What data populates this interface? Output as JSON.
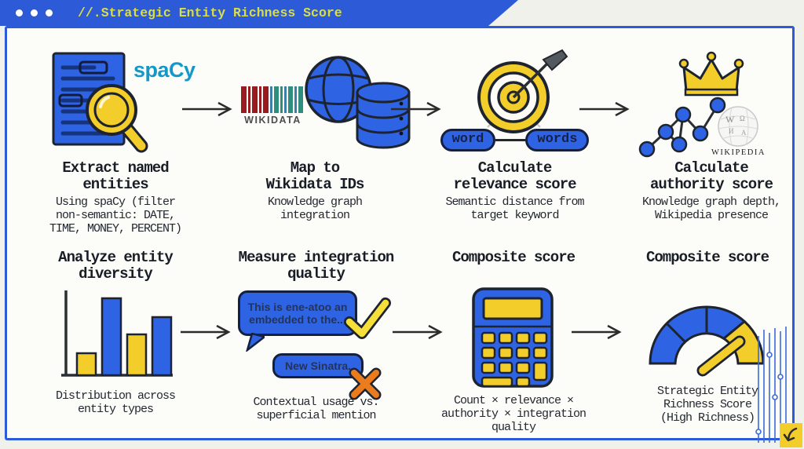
{
  "window": {
    "title": "//.Strategic Entity Richness Score",
    "controls": [
      "dot",
      "dot",
      "dot"
    ]
  },
  "colors": {
    "tab_blue": "#2d5ad6",
    "icon_blue": "#2e63e4",
    "icon_yellow": "#f3cd2a",
    "spacy_teal": "#1398c7",
    "cross_orange": "#ea7c1d",
    "title_text": "#d9de43",
    "ink": "#1d2430"
  },
  "flow": {
    "steps": [
      {
        "name": "extract-named-entities",
        "title": "Extract named\nentities",
        "subtitle": "Using spaCy (filter\nnon-semantic: DATE,\nTIME, MONEY, PERCENT)",
        "logo": "spaCy"
      },
      {
        "name": "map-to-wikidata-ids",
        "title": "Map to\nWikidata IDs",
        "subtitle": "Knowledge graph\nintegration",
        "wikidata_label": "WIKIDATA"
      },
      {
        "name": "calculate-relevance-score",
        "title": "Calculate\nrelevance score",
        "subtitle": "Semantic distance from\ntarget keyword",
        "pills": [
          "word",
          "words"
        ]
      },
      {
        "name": "calculate-authority-score",
        "title": "Calculate\nauthority score",
        "subtitle": "Knowledge graph depth,\nWikipedia presence",
        "wikipedia_label": "WIKIPEDIA"
      },
      {
        "name": "analyze-entity-diversity",
        "title": "Analyze entity\ndiversity",
        "subtitle": "Distribution across\nentity types"
      },
      {
        "name": "measure-integration-quality",
        "title": "Measure integration\nquality",
        "subtitle": "Contextual usage vs.\nsuperficial mention",
        "bubbles": [
          "This is ene-atoo an\nembedded to the...",
          "New Sinatra."
        ]
      },
      {
        "name": "composite-score",
        "title": "Composite score",
        "subtitle": "Count × relevance ×\nauthority × integration\nquality"
      },
      {
        "name": "final-gauge",
        "title": "Composite score",
        "subtitle": "Strategic Entity\nRichness Score\n(High Richness)"
      }
    ]
  }
}
